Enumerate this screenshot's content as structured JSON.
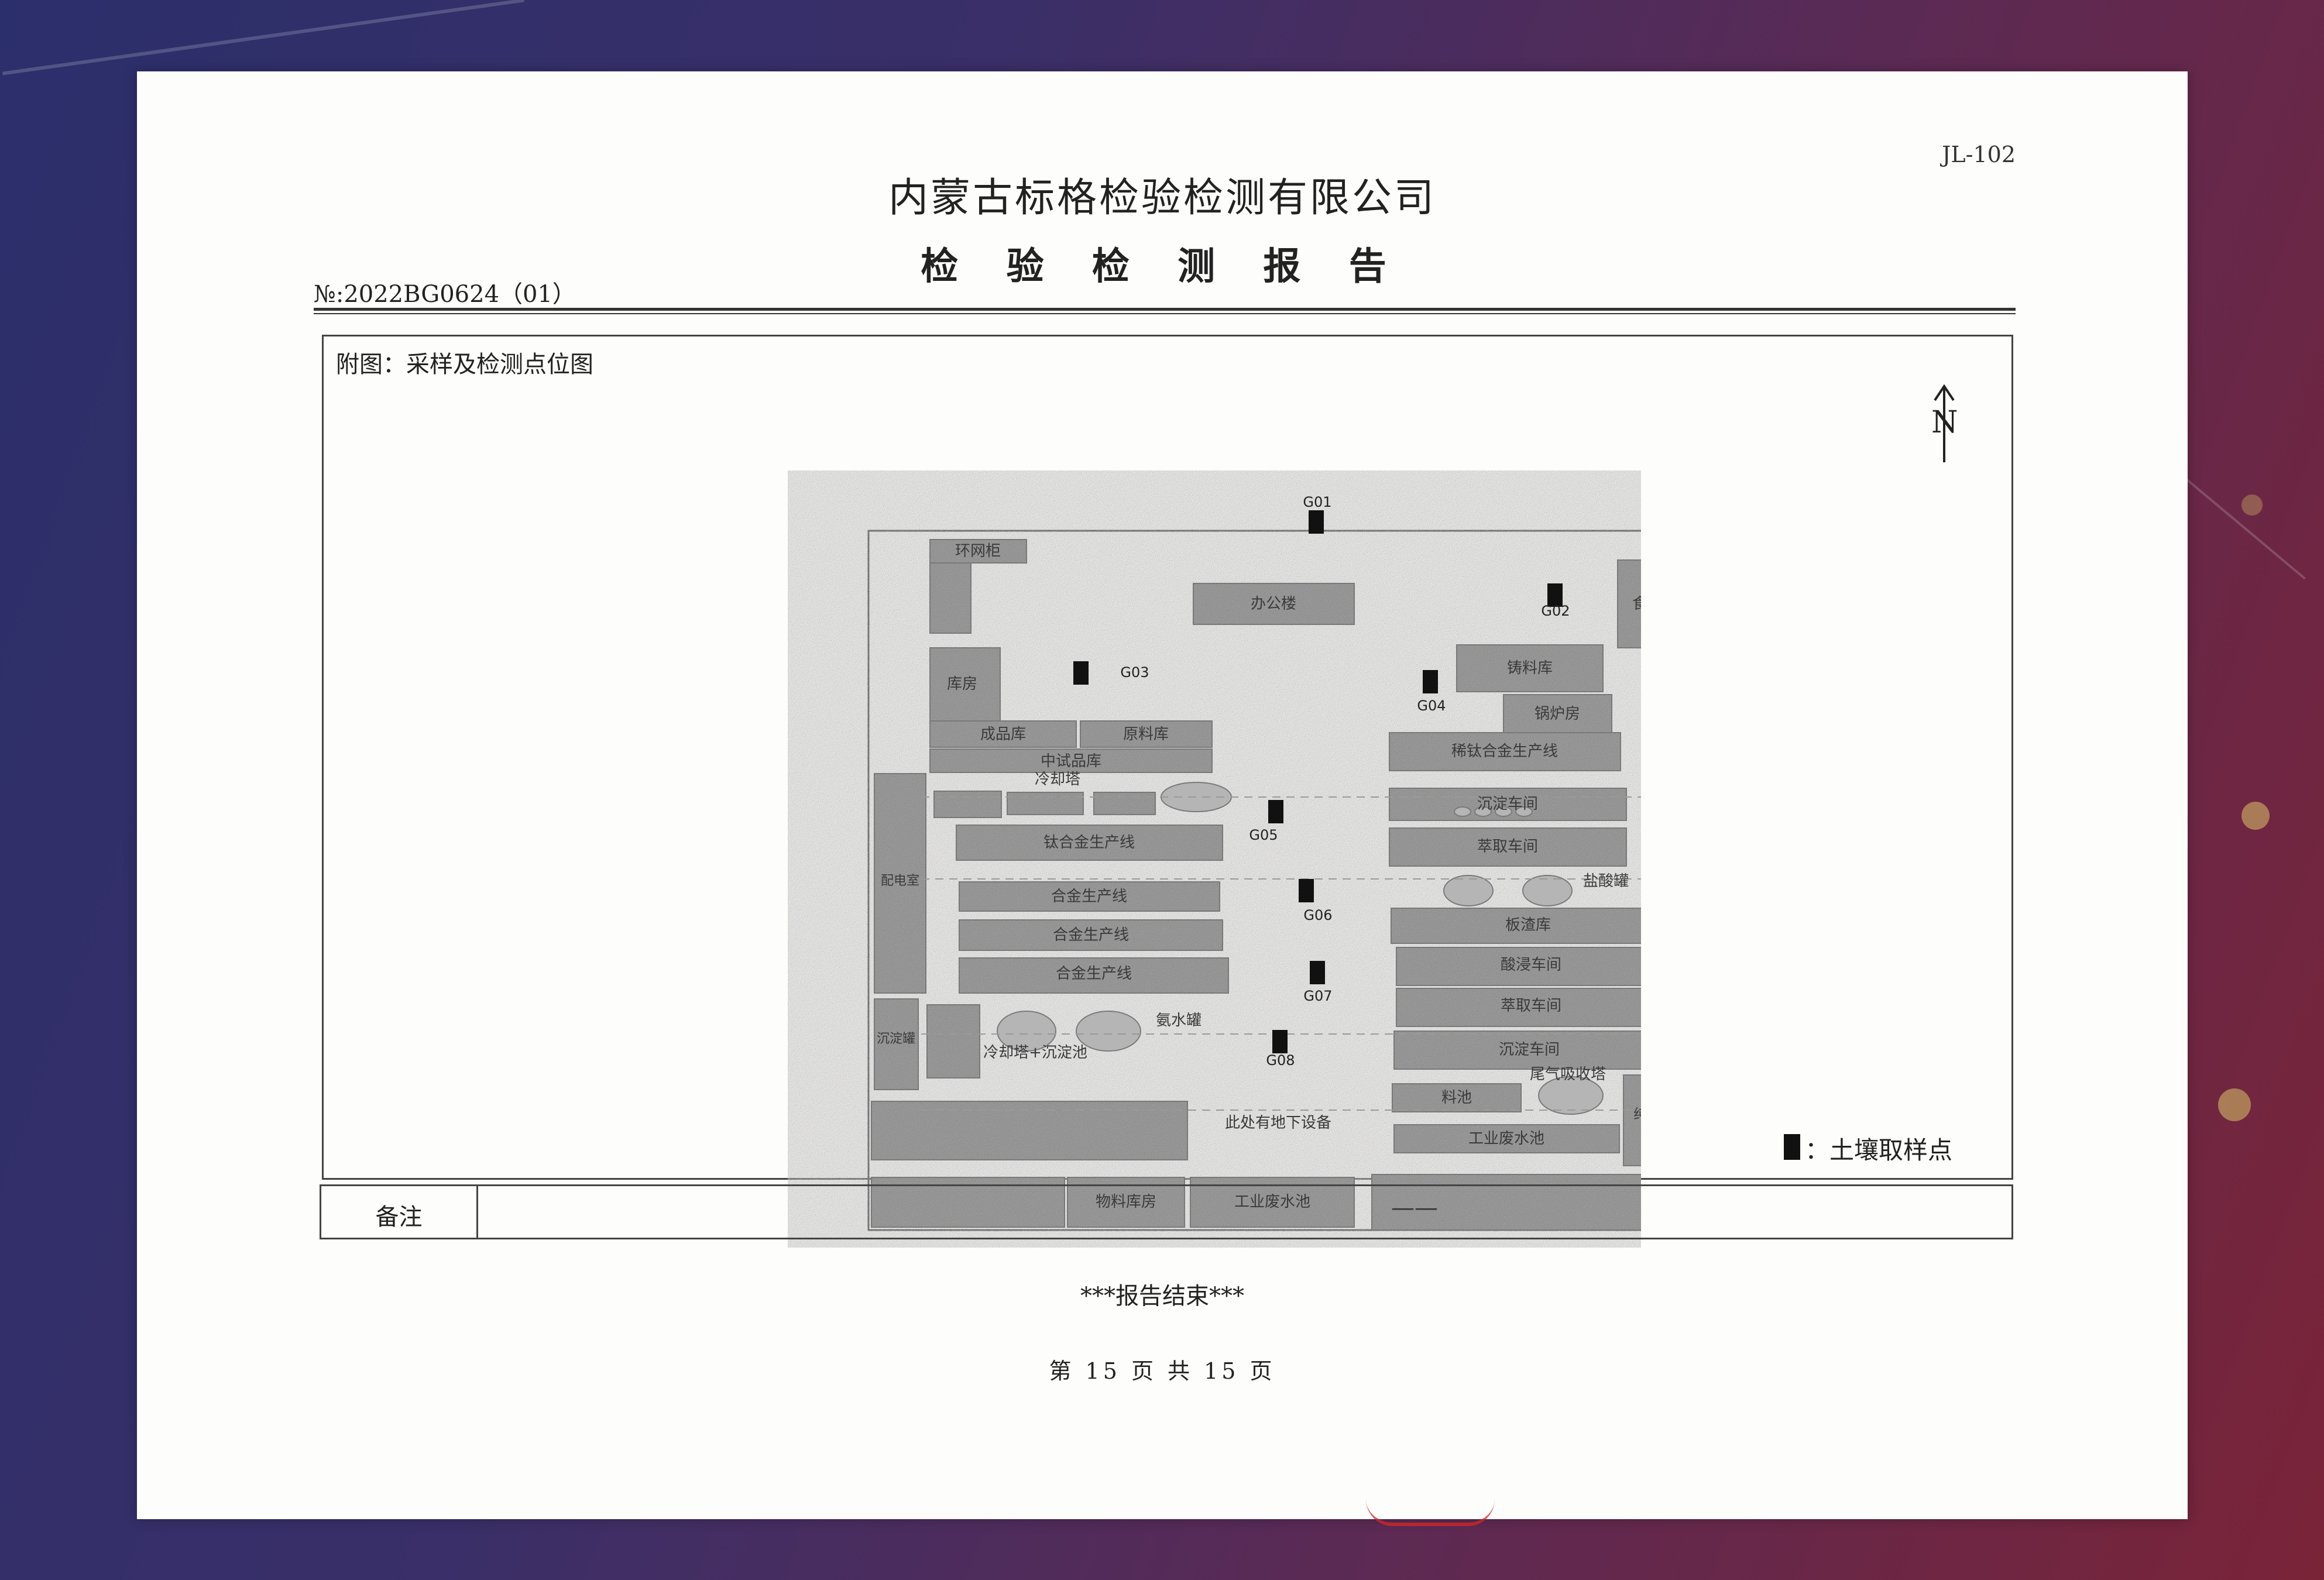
{
  "doc_code": "JL-102",
  "company_name": "内蒙古标格检验检测有限公司",
  "report_title": "检 验 检 测 报 告",
  "report_no": "№:2022BG0624（01）",
  "figure_caption": "附图：采样及检测点位图",
  "north_label": "N",
  "map": {
    "buildings": [
      "环网柜",
      "办公楼",
      "食堂宿舍",
      "库房",
      "铸料库",
      "锅炉房",
      "成品库",
      "原料库",
      "中试品库",
      "稀钛合金生产线",
      "冷却塔",
      "沉淀车间",
      "钛合金生产线",
      "萃取车间",
      "配电室",
      "合金生产线",
      "合金生产线",
      "合金生产线",
      "盐酸罐",
      "板渣库",
      "酸浸车间",
      "萃取车间",
      "沉淀车间",
      "氨水罐",
      "沉淀罐",
      "冷却塔+沉淀池",
      "料池",
      "尾气吸收塔",
      "纯水车间",
      "此处有地下设备",
      "工业废水池",
      "物料库房",
      "工业废水池"
    ],
    "sample_points": [
      "G01",
      "G02",
      "G03",
      "G04",
      "G05",
      "G06",
      "G07",
      "G08"
    ]
  },
  "legend": {
    "label": "：土壤取样点"
  },
  "remark": {
    "label": "备注",
    "value": "——"
  },
  "end_text": "***报告结束***",
  "page_number": "第 15 页 共 15 页",
  "colors": {
    "building_fill": "#a9a9a9",
    "marker": "#111111",
    "paper": "#fdfdfb"
  }
}
